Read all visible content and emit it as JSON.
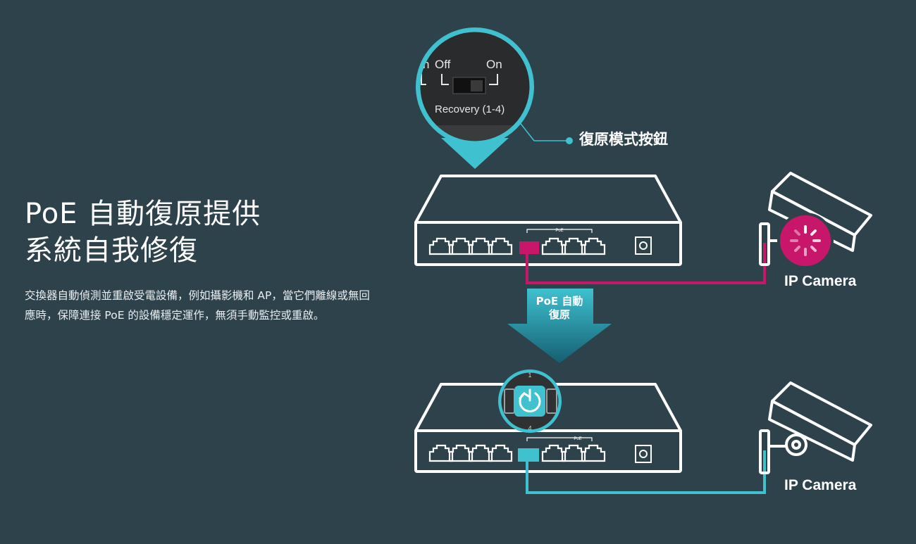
{
  "heading": {
    "line1": "PoE 自動復原提供",
    "line2": "系統自我修復"
  },
  "description": "交換器自動偵測並重啟受電設備，例如攝影機和 AP，當它們離線或無回應時，保障連接 PoE 的設備穩定運作，無須手動監控或重啟。",
  "diagram": {
    "switch_labels": {
      "off": "Off",
      "on": "On",
      "recovery": "Recovery (1-4)",
      "port_start": "1",
      "port_end": "4",
      "poe_top": "PoE",
      "poe_bottom": "PoE"
    },
    "recovery_button_label": "復原模式按鈕",
    "arrow_label_line1": "PoE 自動",
    "arrow_label_line2": "復原",
    "camera_top_label": "IP Camera",
    "camera_bottom_label": "IP Camera",
    "colors": {
      "background": "#2e424b",
      "accent_teal": "#3fc1cf",
      "fault_magenta": "#c8176b",
      "outline": "#ffffff"
    }
  }
}
